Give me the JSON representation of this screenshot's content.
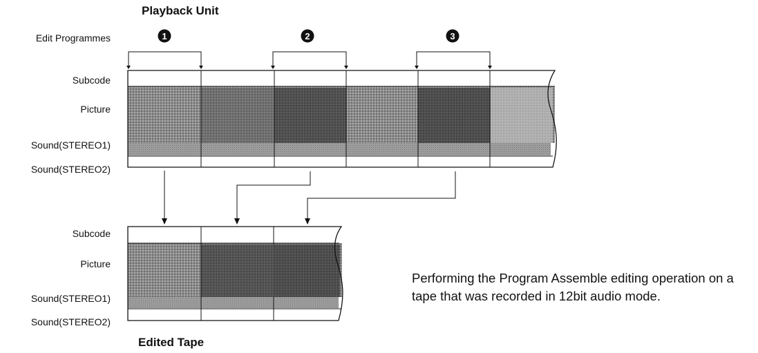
{
  "playback_title": "Playback Unit",
  "edited_title": "Edited Tape",
  "edit_programmes_label": "Edit Programmes",
  "playback_tracks": [
    "Subcode",
    "Picture",
    "Sound(STEREO1)",
    "Sound(STEREO2)"
  ],
  "edited_tracks": [
    "Subcode",
    "Picture",
    "Sound(STEREO1)",
    "Sound(STEREO2)"
  ],
  "programmes": [
    "1",
    "2",
    "3"
  ],
  "caption": "Performing the Program Assemble editing operation on a tape that was recorded in 12bit audio mode.",
  "colors": {
    "picture": "#8a8a8a",
    "stereo1": "#9a9a9a",
    "line": "#111111"
  }
}
